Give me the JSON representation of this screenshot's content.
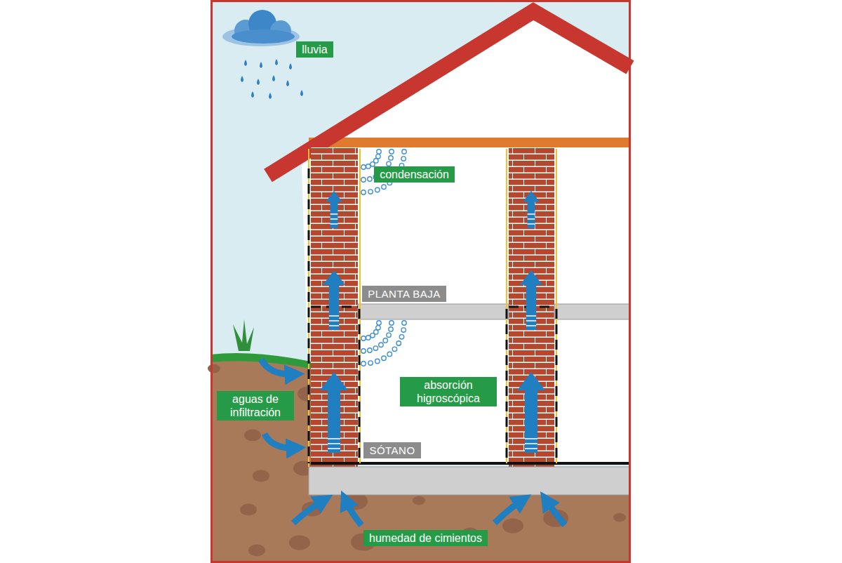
{
  "diagram": {
    "nodes": [
      {
        "text": [
          "lluvia"
        ]
      },
      {
        "text": [
          "condensación"
        ]
      },
      {
        "text": [
          "PLANTA BAJA"
        ]
      },
      {
        "text": [
          "absorción higroscópica"
        ]
      },
      {
        "text": [
          "aguas de infiltración"
        ]
      },
      {
        "text": [
          "SÓTANO"
        ]
      },
      {
        "text": [
          "humedad de cimientos"
        ]
      }
    ]
  }
}
